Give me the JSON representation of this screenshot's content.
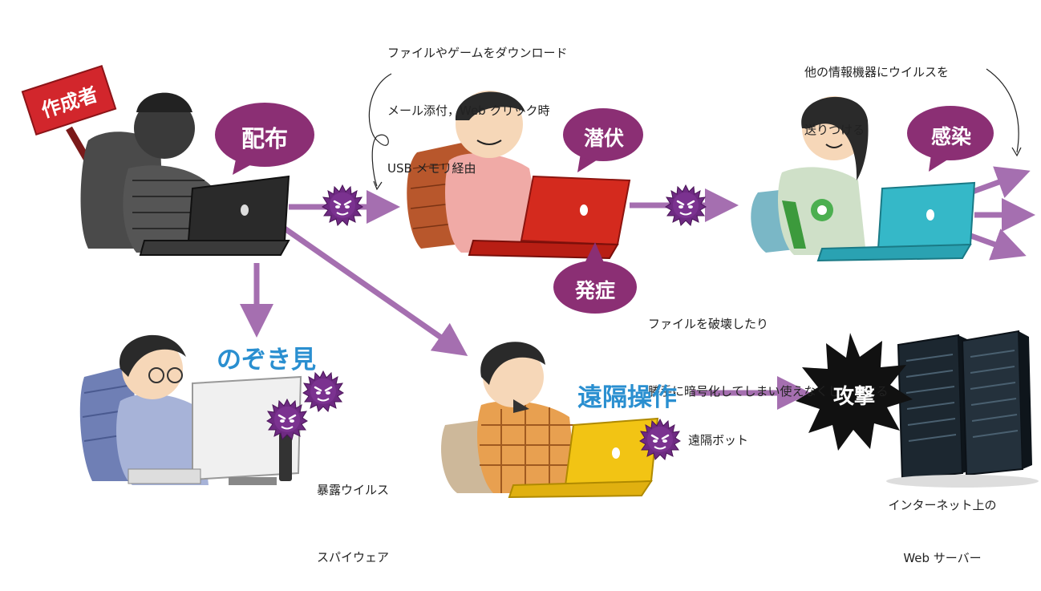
{
  "colors": {
    "arrow": "#a56fb0",
    "bubble": "#8b2f74",
    "sign_red": "#d2262c",
    "label_blue": "#2a8fd0",
    "virus": "#6e2a82",
    "laptop_black": "#2a2a2a",
    "laptop_red": "#d42a1e",
    "laptop_cyan": "#35b8c8",
    "laptop_yellow": "#f2c414"
  },
  "creator_sign": "作成者",
  "bubbles": {
    "distribute": "配布",
    "latent": "潜伏",
    "infect": "感染",
    "onset": "発症"
  },
  "notes": {
    "download": [
      "ファイルやゲームをダウンロード",
      "メール添付，Web クリック時",
      "USB メモリ経由"
    ],
    "spread": [
      "他の情報機器にウイルスを",
      "送りつける"
    ],
    "damage": [
      "ファイルを破壊したり",
      "勝手に暗号化してしまい使えなくしたりする"
    ]
  },
  "peek": {
    "title": "のぞき見",
    "lines": [
      "暴露ウイルス",
      "スパイウェア"
    ]
  },
  "remote": {
    "title": "遠隔操作",
    "bot": "遠隔ボット"
  },
  "attack": {
    "label": "攻撃",
    "server_lines": [
      "インターネット上の",
      "Web サーバー"
    ]
  },
  "icons": [
    "virus-icon",
    "hacker-figure",
    "user-figure",
    "server-icon",
    "laptop-icon"
  ]
}
